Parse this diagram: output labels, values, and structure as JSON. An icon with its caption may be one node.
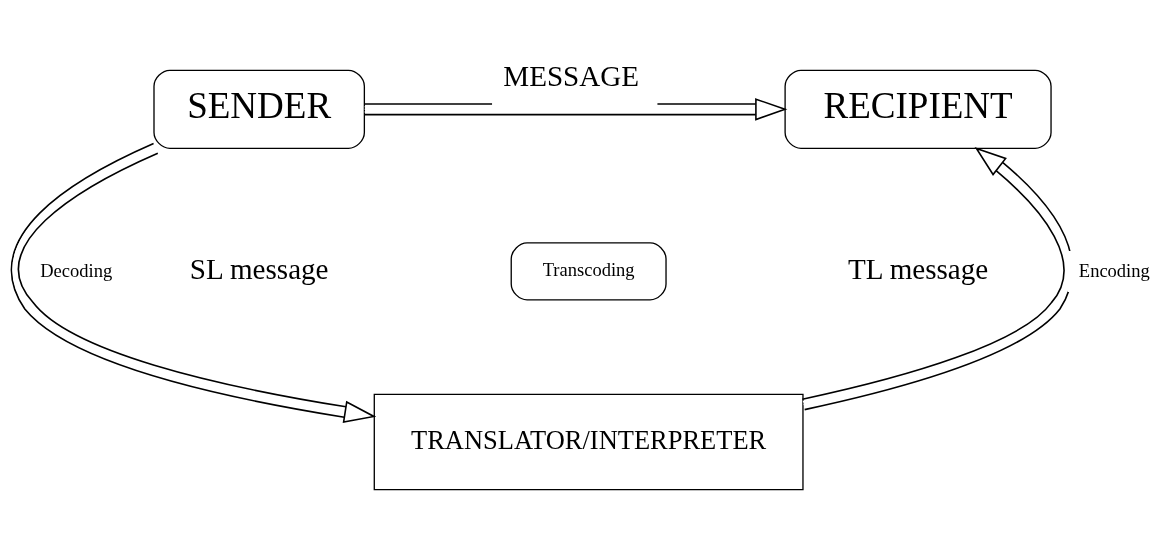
{
  "diagram": {
    "nodes": [
      {
        "text": [
          "SENDER"
        ]
      },
      {
        "text": [
          "RECIPIENT"
        ]
      },
      {
        "text": [
          "Transcoding"
        ]
      },
      {
        "text": [
          "TRANSLATOR/INTERPRETER"
        ]
      }
    ],
    "edges": [
      {
        "from": 0,
        "to": 1,
        "arrow": "to",
        "label": "MESSAGE"
      },
      {
        "from": 0,
        "to": 3,
        "arrow": "to",
        "label": "Decoding"
      },
      {
        "from": 3,
        "to": 1,
        "arrow": "to",
        "label": "Encoding"
      }
    ],
    "labels": [
      "SL message",
      "TL message"
    ]
  }
}
